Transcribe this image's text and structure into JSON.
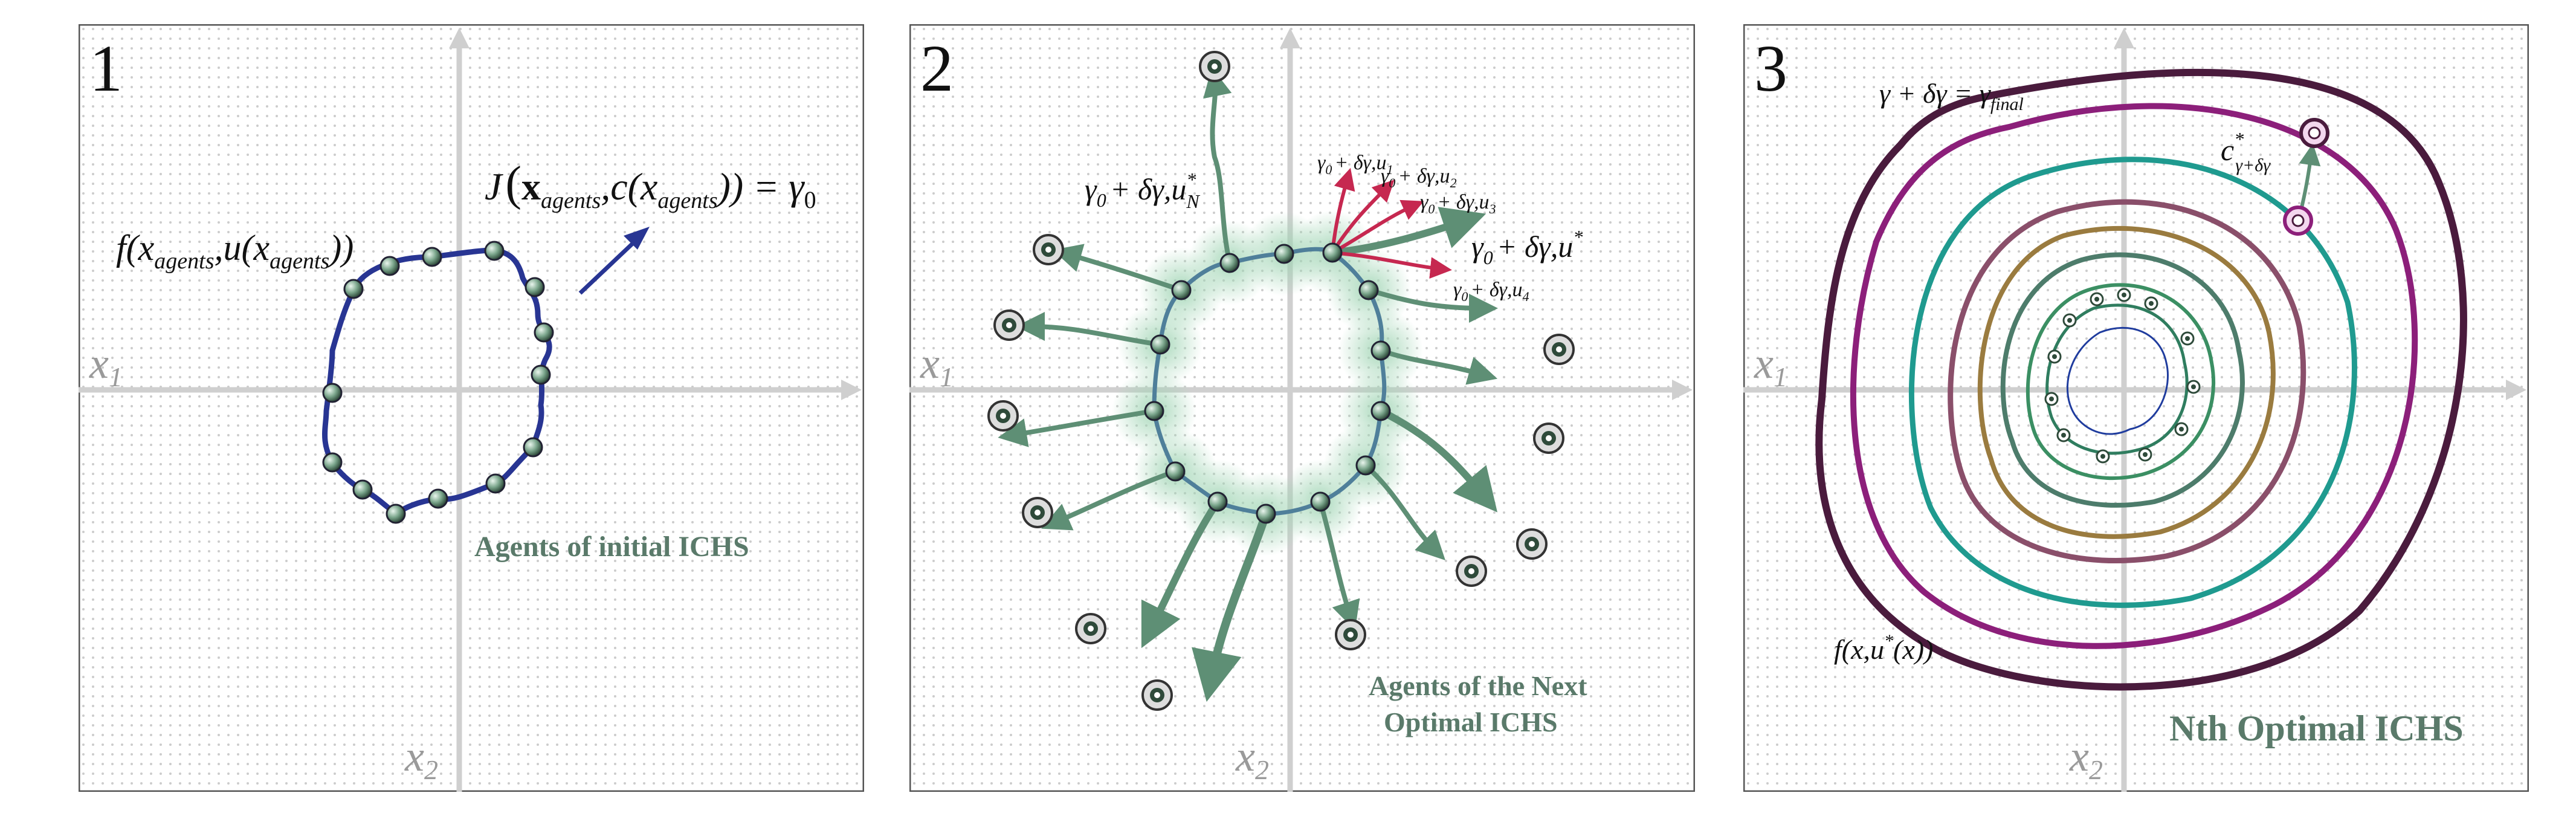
{
  "panels": [
    {
      "number": "1",
      "axis_x": "x",
      "axis_x_sub": "1",
      "axis_y": "x",
      "axis_y_sub": "2",
      "caption": "Agents of initial ICHS",
      "label_f": "f(x",
      "label_f_sub": "agents",
      "label_f_mid": ",u(x",
      "label_f_sub2": "agents",
      "label_f_end": "))",
      "label_J": "J",
      "label_J_x": "x",
      "label_J_sub": "agents",
      "label_J_c": ",c(x",
      "label_J_end": ")) = γ",
      "label_J_gamma_sub": "0"
    },
    {
      "number": "2",
      "axis_x": "x",
      "axis_x_sub": "1",
      "axis_y": "x",
      "axis_y_sub": "2",
      "caption_line1": "Agents of the Next",
      "caption_line2": "Optimal ICHS",
      "label_uN": "γ",
      "label_uN_rest": "+ δγ,u",
      "label_uN_sub": "N",
      "label_u1": "+ δγ,u",
      "label_u1_sub": "1",
      "label_u2": "+ δγ,u",
      "label_u2_sub": "2",
      "label_u3": "+ δγ,u",
      "label_u3_sub": "3",
      "label_ustar": "+ δγ,u",
      "label_u4": "+ δγ,u",
      "label_u4_sub": "4",
      "gamma": "γ",
      "zero": "0",
      "star": "*"
    },
    {
      "number": "3",
      "axis_x": "x",
      "axis_x_sub": "1",
      "axis_y": "x",
      "axis_y_sub": "2",
      "caption": "Nth Optimal ICHS",
      "label_final": "γ + δγ = γ",
      "label_final_sub": "final",
      "label_c": "c",
      "label_c_sub": "γ+δγ",
      "label_f": "f(x,u",
      "label_f_end": "(x))",
      "star": "*"
    }
  ],
  "colors": {
    "axis": "#cfcfcf",
    "grid_dot": "#c9c9c9",
    "contour_initial": "#283593",
    "agent_arrow": "#5e8f75",
    "agent_halo": "#9fd4b3",
    "contour_candidate": "#c62850",
    "text_caption": "#5a7a6a",
    "contours": [
      "#1f3c9e",
      "#2f7d5f",
      "#3b8f63",
      "#4d7c6b",
      "#9a7b3f",
      "#8a4f6a",
      "#1f9a8f",
      "#8c1f7a",
      "#4a1b3d"
    ]
  }
}
